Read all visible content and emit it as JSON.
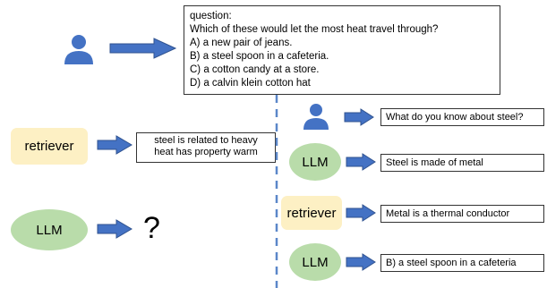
{
  "question": {
    "lines": [
      "question:",
      "Which of these would let the most heat travel through?",
      "A) a new pair of jeans.",
      "B) a steel spoon in a cafeteria.",
      "C) a cotton candy at a store.",
      "D) a calvin klein cotton hat"
    ]
  },
  "left": {
    "retriever_label": "retriever",
    "retrieved_lines": [
      "steel is related to heavy",
      "heat has property warm"
    ],
    "llm_label": "LLM",
    "answer_symbol": "?"
  },
  "right": {
    "user_query": "What do you know about steel?",
    "llm_label": "LLM",
    "llm_response_1": "Steel is made of metal",
    "retriever_label": "retriever",
    "retrieved_fact": "Metal is a thermal conductor",
    "llm_response_2": "B) a steel spoon in a cafeteria"
  },
  "colors": {
    "user_icon": "#4472c4",
    "arrow_fill": "#4472c4",
    "arrow_stroke": "#2f528f",
    "retriever_bg": "#fdf0c4",
    "llm_bg": "#b9dcaa",
    "divider": "#5b87c9"
  }
}
